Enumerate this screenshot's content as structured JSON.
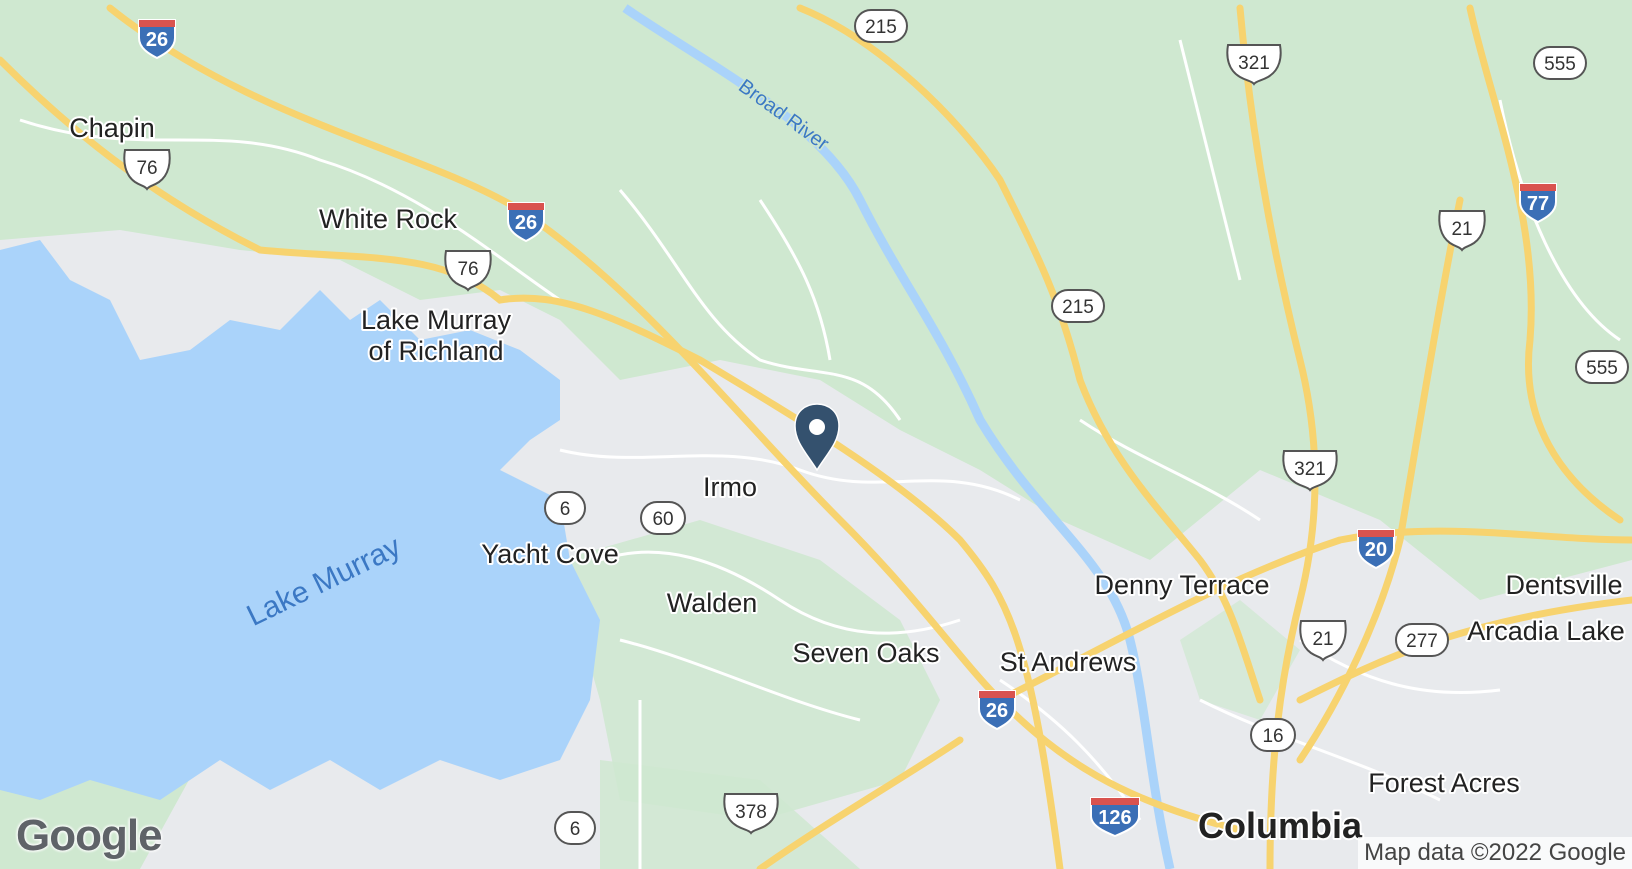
{
  "map": {
    "places": [
      {
        "name": "Chapin"
      },
      {
        "name": "White Rock"
      },
      {
        "name": "Lake Murray"
      },
      {
        "name": "of Richland"
      },
      {
        "name": "Irmo"
      },
      {
        "name": "Yacht Cove"
      },
      {
        "name": "Walden"
      },
      {
        "name": "Seven Oaks"
      },
      {
        "name": "St Andrews"
      },
      {
        "name": "Denny Terrace"
      },
      {
        "name": "Dentsville"
      },
      {
        "name": "Arcadia Lake"
      },
      {
        "name": "Forest Acres"
      },
      {
        "name": "Columbia"
      }
    ],
    "water": [
      {
        "name": "Lake Murray"
      },
      {
        "name": "Broad River"
      }
    ],
    "shields": [
      {
        "label": "26",
        "type": "interstate"
      },
      {
        "label": "26",
        "type": "interstate"
      },
      {
        "label": "26",
        "type": "interstate"
      },
      {
        "label": "126",
        "type": "interstate"
      },
      {
        "label": "20",
        "type": "interstate"
      },
      {
        "label": "77",
        "type": "interstate"
      },
      {
        "label": "76",
        "type": "us"
      },
      {
        "label": "76",
        "type": "us"
      },
      {
        "label": "321",
        "type": "us"
      },
      {
        "label": "321",
        "type": "us"
      },
      {
        "label": "21",
        "type": "us"
      },
      {
        "label": "21",
        "type": "us"
      },
      {
        "label": "378",
        "type": "us"
      },
      {
        "label": "215",
        "type": "state"
      },
      {
        "label": "215",
        "type": "state"
      },
      {
        "label": "555",
        "type": "state"
      },
      {
        "label": "555",
        "type": "state"
      },
      {
        "label": "6",
        "type": "state"
      },
      {
        "label": "6",
        "type": "state"
      },
      {
        "label": "60",
        "type": "state"
      },
      {
        "label": "277",
        "type": "state"
      },
      {
        "label": "16",
        "type": "state"
      }
    ],
    "colors": {
      "land": "#e8eaed",
      "forest": "#cfe8d0",
      "water": "#aad3fa",
      "highway": "#f7d36f",
      "road": "#ffffff",
      "marker": "#34516e"
    }
  },
  "logo": "Google",
  "attribution": "Map data ©2022 Google"
}
